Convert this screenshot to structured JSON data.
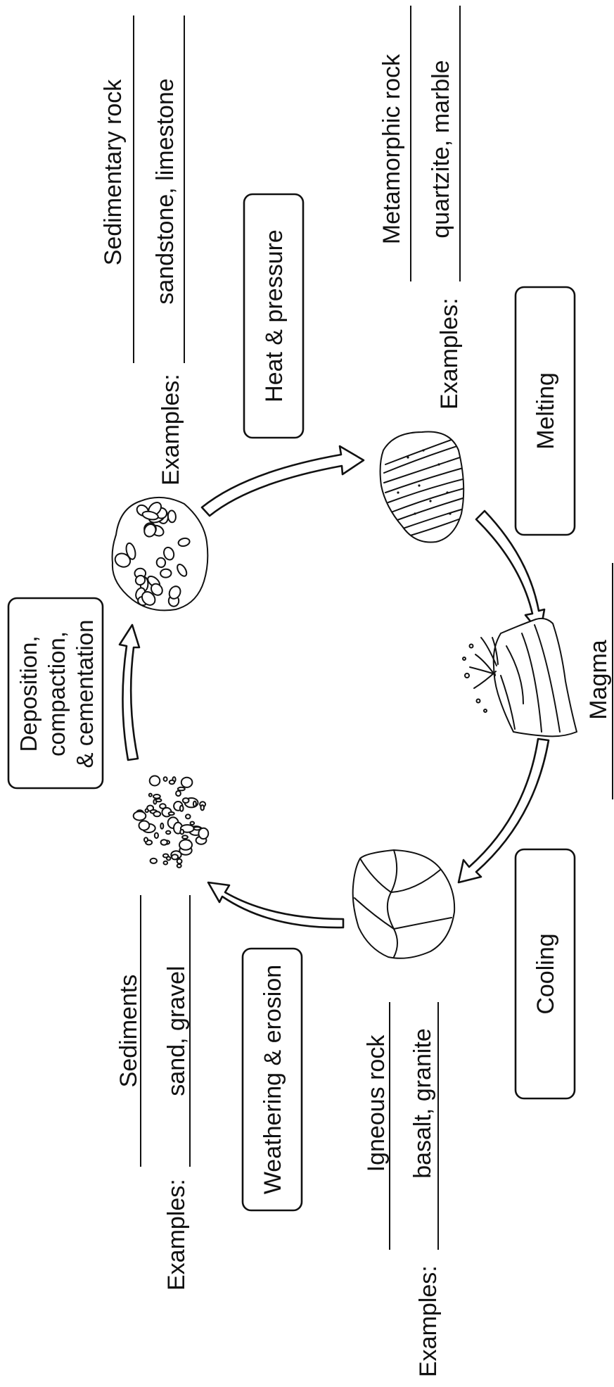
{
  "stages": {
    "sedimentary": {
      "name": "Sedimentary rock",
      "examples_label": "Examples:",
      "examples": "sandstone, limestone"
    },
    "metamorphic": {
      "name": "Metamorphic rock",
      "examples_label": "Examples:",
      "examples": "quartzite,  marble"
    },
    "magma": {
      "name": "Magma"
    },
    "igneous": {
      "name": "Igneous rock",
      "examples_label": "Examples:",
      "examples": "basalt, granite"
    },
    "sediments": {
      "name": "Sediments",
      "examples_label": "Examples:",
      "examples": "sand, gravel"
    }
  },
  "processes": {
    "heat_pressure": "Heat & pressure",
    "melting": "Melting",
    "cooling": "Cooling",
    "weathering": "Weathering & erosion",
    "deposition": [
      "Deposition,",
      "compaction,",
      "& cementation"
    ]
  },
  "icons": [
    "sedimentary-rock-icon",
    "metamorphic-rock-icon",
    "volcano-icon",
    "igneous-rock-icon",
    "sediment-pile-icon"
  ],
  "colors": {
    "ink": "#111111",
    "paper": "#ffffff"
  }
}
